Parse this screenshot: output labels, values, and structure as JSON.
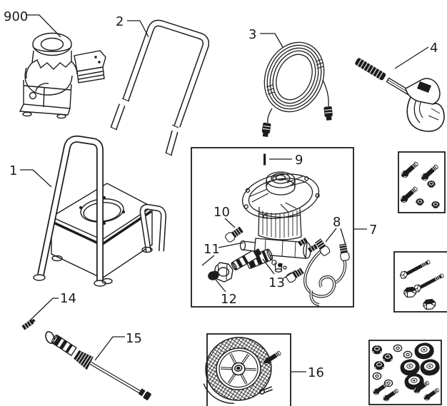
{
  "diagram": {
    "type": "exploded-parts-diagram",
    "subject": "pressure-washer",
    "background": "#ffffff",
    "line_color": "#1c1c1c",
    "callouts": [
      {
        "id": "engine-assembly",
        "label": "900"
      },
      {
        "id": "cart-frame",
        "label": "1"
      },
      {
        "id": "handle",
        "label": "2"
      },
      {
        "id": "pressure-hose",
        "label": "3"
      },
      {
        "id": "spray-gun",
        "label": "4"
      },
      {
        "id": "pump-assembly",
        "label": "7"
      },
      {
        "id": "bypass-hose",
        "label": "8"
      },
      {
        "id": "shaft-key",
        "label": "9"
      },
      {
        "id": "outlet-fitting",
        "label": "10"
      },
      {
        "id": "injector-assembly",
        "label": "11"
      },
      {
        "id": "cap",
        "label": "12"
      },
      {
        "id": "check-valve-kit",
        "label": "13"
      },
      {
        "id": "nozzle-fitting",
        "label": "14"
      },
      {
        "id": "spray-wand",
        "label": "15"
      },
      {
        "id": "wheel-kit",
        "label": "16"
      }
    ]
  }
}
